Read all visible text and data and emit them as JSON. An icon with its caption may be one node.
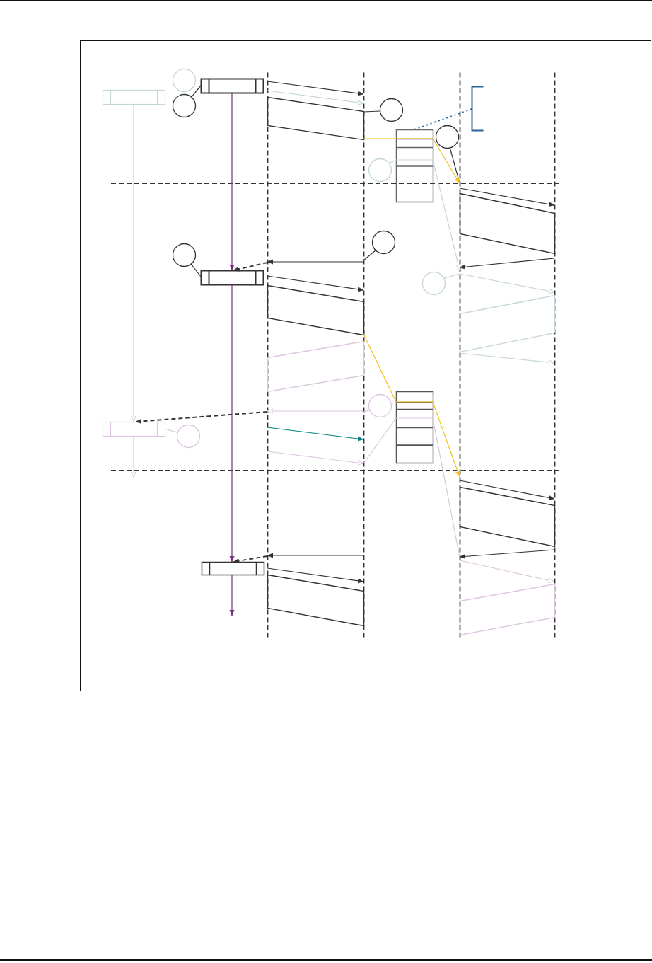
{
  "diagram": {
    "nodes": [
      {
        "text": [],
        "shape": "line"
      },
      {
        "text": [],
        "shape": "line"
      },
      {
        "text": [],
        "shape": "line"
      },
      {
        "text": [],
        "shape": "line"
      },
      {
        "text": [],
        "shape": "circle"
      },
      {
        "text": [],
        "shape": "box"
      },
      {
        "text": [],
        "shape": "bracket"
      },
      {
        "text": [],
        "shape": "box"
      },
      {
        "text": [],
        "shape": "parallelogram"
      },
      {
        "text": [],
        "shape": "circle"
      },
      {
        "text": [],
        "shape": "circle"
      },
      {
        "text": [],
        "shape": "box"
      },
      {
        "text": [],
        "shape": "circle"
      },
      {
        "text": [],
        "shape": "circle"
      },
      {
        "text": [],
        "shape": "parallelogram"
      },
      {
        "text": [],
        "shape": "circle"
      },
      {
        "text": [],
        "shape": "circle"
      },
      {
        "text": [],
        "shape": "box"
      },
      {
        "text": [],
        "shape": "circle"
      },
      {
        "text": [],
        "shape": "parallelogram"
      },
      {
        "text": [],
        "shape": "parallelogram"
      },
      {
        "text": [],
        "shape": "parallelogram"
      },
      {
        "text": [],
        "shape": "box"
      },
      {
        "text": [],
        "shape": "circle"
      },
      {
        "text": [],
        "shape": "box"
      },
      {
        "text": [],
        "shape": "circle"
      },
      {
        "text": [],
        "shape": "parallelogram"
      },
      {
        "text": [],
        "shape": "box"
      },
      {
        "text": [],
        "shape": "parallelogram"
      },
      {
        "text": [],
        "shape": "parallelogram"
      }
    ],
    "edges": [
      {
        "from": 9,
        "to": 5,
        "arrow": "none"
      },
      {
        "from": 0,
        "to": 1,
        "arrow": "to"
      },
      {
        "from": 0,
        "to": 1,
        "arrow": "to",
        "color": "#c5d6da"
      },
      {
        "from": 10,
        "to": 8,
        "arrow": "none"
      },
      {
        "from": 5,
        "to": 17,
        "arrow": "to",
        "color": "#7b2d80"
      },
      {
        "from": 7,
        "to": 24,
        "arrow": "to",
        "color": "#dcc6df"
      },
      {
        "from": 8,
        "to": 11,
        "arrow": "none",
        "color": "#f5c01a"
      },
      {
        "from": 11,
        "to": 6,
        "arrow": "none",
        "style": "dashed",
        "color": "#2a6496"
      },
      {
        "from": 12,
        "to": 2,
        "arrow": "none"
      },
      {
        "from": 11,
        "to": 2,
        "arrow": "to",
        "color": "#f5c01a"
      },
      {
        "from": 13,
        "to": 11,
        "arrow": "none",
        "color": "#c5d6da"
      },
      {
        "from": 11,
        "to": 2,
        "arrow": "to",
        "color": "#c5d6da"
      },
      {
        "from": 2,
        "to": 3,
        "arrow": "to"
      },
      {
        "from": 15,
        "to": 1,
        "arrow": "none"
      },
      {
        "from": 16,
        "to": 17,
        "arrow": "none"
      },
      {
        "from": 1,
        "to": 0,
        "arrow": "to"
      },
      {
        "from": 0,
        "to": 17,
        "arrow": "to",
        "style": "dashed"
      },
      {
        "from": 3,
        "to": 2,
        "arrow": "to"
      },
      {
        "from": 2,
        "to": 3,
        "arrow": "to",
        "color": "#c5d6da"
      },
      {
        "from": 18,
        "to": 2,
        "arrow": "none",
        "color": "#c5d6da"
      },
      {
        "from": 0,
        "to": 1,
        "arrow": "to"
      },
      {
        "from": 19,
        "to": 22,
        "arrow": "none",
        "color": "#f5c01a"
      },
      {
        "from": 2,
        "to": 3,
        "arrow": "to",
        "color": "#c5d6da"
      },
      {
        "from": 22,
        "to": 2,
        "arrow": "to",
        "color": "#f5c01a"
      },
      {
        "from": 23,
        "to": 1,
        "arrow": "none",
        "color": "#dcc6df"
      },
      {
        "from": 1,
        "to": 0,
        "arrow": "to",
        "color": "#dcc6df"
      },
      {
        "from": 0,
        "to": 24,
        "arrow": "to",
        "style": "dashed"
      },
      {
        "from": 25,
        "to": 24,
        "arrow": "none",
        "color": "#dcc6df"
      },
      {
        "from": 0,
        "to": 1,
        "arrow": "to",
        "color": "#00807f"
      },
      {
        "from": 0,
        "to": 1,
        "arrow": "to",
        "color": "#dcc6df"
      },
      {
        "from": 1,
        "to": 22,
        "arrow": "none",
        "color": "#dcc6df"
      },
      {
        "from": 22,
        "to": 2,
        "arrow": "none",
        "color": "#dcc6df"
      },
      {
        "from": 2,
        "to": 3,
        "arrow": "to"
      },
      {
        "from": 3,
        "to": 2,
        "arrow": "to"
      },
      {
        "from": 1,
        "to": 0,
        "arrow": "to"
      },
      {
        "from": 0,
        "to": 27,
        "arrow": "to",
        "style": "dashed"
      },
      {
        "from": 17,
        "to": 27,
        "arrow": "to",
        "color": "#7b2d80"
      },
      {
        "from": 2,
        "to": 3,
        "arrow": "to",
        "color": "#dcc6df"
      },
      {
        "from": 0,
        "to": 1,
        "arrow": "to"
      },
      {
        "from": 27,
        "to": null,
        "arrow": "to",
        "color": "#7b2d80"
      },
      {
        "from": 24,
        "to": null,
        "arrow": "to",
        "color": "#dcc6df"
      }
    ]
  }
}
